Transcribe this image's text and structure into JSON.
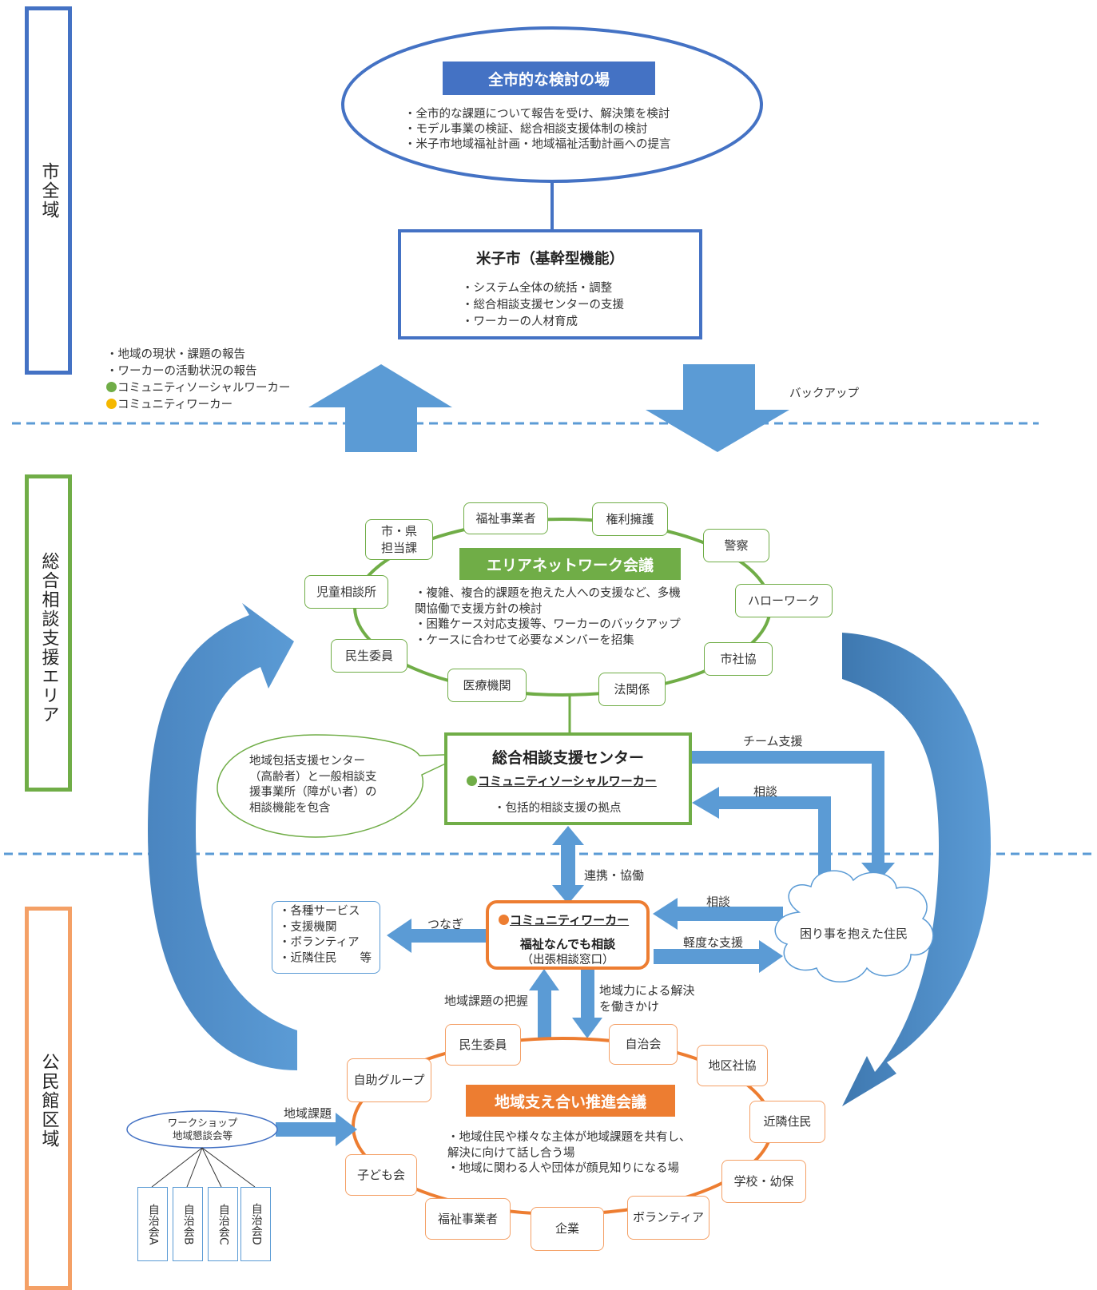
{
  "zones": {
    "city": "市全域",
    "area": "総合相談支援エリア",
    "district": "公民館区域"
  },
  "top": {
    "title": "全市的な検討の場",
    "lines": [
      "・全市的な課題について報告を受け、解決策を検討",
      "・モデル事業の検証、総合相談支援体制の検討",
      "・米子市地域福祉計画・地域福祉活動計画への提言"
    ]
  },
  "city_box": {
    "title": "米子市（基幹型機能）",
    "lines": [
      "・システム全体の統括・調整",
      "・総合相談支援センターの支援",
      "・ワーカーの人材育成"
    ]
  },
  "report": {
    "lines": [
      "・地域の現状・課題の報告",
      "・ワーカーの活動状況の報告"
    ],
    "csw": "コミュニティソーシャルワーカー",
    "cw": "コミュニティワーカー"
  },
  "backup": "バックアップ",
  "area_network": {
    "title": "エリアネットワーク会議",
    "lines": [
      "・複雑、複合的課題を抱えた人への支援など、多機",
      "関協働で支援方針の検討",
      "・困難ケース対応支援等、ワーカーのバックアップ",
      "・ケースに合わせて必要なメンバーを招集"
    ],
    "members": {
      "fukushi": "福祉事業者",
      "kenri": "権利擁護",
      "shiken_1": "市・県",
      "shiken_2": "担当課",
      "keisatsu": "警察",
      "jido": "児童相談所",
      "hello": "ハローワーク",
      "minsei": "民生委員",
      "shakyo": "市社協",
      "iryo": "医療機関",
      "hou": "法関係"
    }
  },
  "center": {
    "title": "総合相談支援センター",
    "csw": "コミュニティソーシャルワーカー",
    "line": "・包括的相談支援の拠点"
  },
  "bubble": [
    "地域包括支援センター",
    "（高齢者）と一般相談支",
    "援事業所（障がい者）の",
    "相談機能を包含"
  ],
  "team_support": "チーム支援",
  "soudan": "相談",
  "renkei": "連携・協働",
  "cw_box": {
    "title": "コミュニティワーカー",
    "main": "福祉なんでも相談",
    "sub": "（出張相談窓口）"
  },
  "services": [
    "・各種サービス",
    "・支援機関",
    "・ボランティア",
    "・近隣住民　　等"
  ],
  "tsunagi": "つなぎ",
  "soudan2": "相談",
  "keido": "軽度な支援",
  "resident": "困り事を抱えた住民",
  "haaku": "地域課題の把握",
  "chiikiryoku": [
    "地域力による解決",
    "を働きかけ"
  ],
  "local_meeting": {
    "title": "地域支え合い推進会議",
    "lines": [
      "・地域住民や様々な主体が地域課題を共有し、",
      "解決に向けて話し合う場",
      "・地域に関わる人や団体が顔見知りになる場"
    ],
    "members": {
      "minsei": "民生委員",
      "jichikai": "自治会",
      "jijo": "自助グループ",
      "chiku": "地区社協",
      "kinrin": "近隣住民",
      "kodomo": "子ども会",
      "gakko": "学校・幼保",
      "fukushi": "福祉事業者",
      "kigyo": "企業",
      "volunteer": "ボランティア"
    }
  },
  "workshop": [
    "ワークショップ",
    "地域懇談会等"
  ],
  "chiiki_kadai": "地域課題",
  "jichi": [
    "自治会A",
    "自治会B",
    "自治会C",
    "自治会D"
  ],
  "colors": {
    "blue": "#4472c4",
    "arrow": "#5b9bd5",
    "green": "#70ad47",
    "orange": "#f4a066",
    "dark_orange": "#ed7d31"
  }
}
